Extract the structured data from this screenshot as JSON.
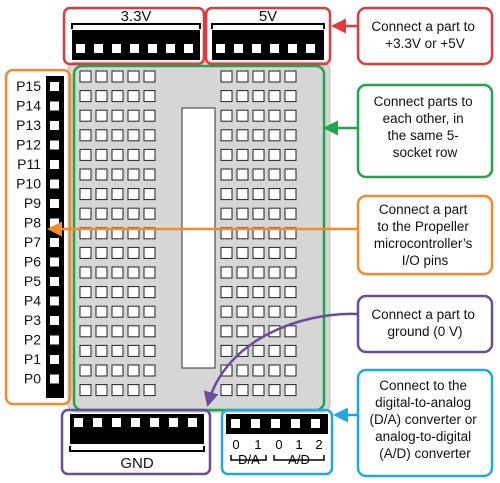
{
  "headers": {
    "v33": "3.3V",
    "v5": "5V",
    "gnd": "GND"
  },
  "pins": [
    "P15",
    "P14",
    "P13",
    "P12",
    "P11",
    "P10",
    "P9",
    "P8",
    "P7",
    "P6",
    "P5",
    "P4",
    "P3",
    "P2",
    "P1",
    "P0"
  ],
  "da": {
    "label": "D/A",
    "nums": [
      "0",
      "1"
    ]
  },
  "ad": {
    "label": "A/D",
    "nums": [
      "0",
      "1",
      "2"
    ]
  },
  "callouts": {
    "power": [
      "Connect a part to",
      "+3.3V or +5V"
    ],
    "rows": [
      "Connect parts to",
      "each other, in",
      "the same 5-",
      "socket row"
    ],
    "io": [
      "Connect a part",
      "to the Propeller",
      "microcontroller’s",
      "I/O pins"
    ],
    "ground": [
      "Connect a part to",
      "ground (0 V)"
    ],
    "dac": [
      "Connect to the",
      "digital-to-analog",
      "(D/A) converter or",
      "analog-to-digital",
      "(A/D) converter"
    ]
  },
  "colors": {
    "red": "#e03a3e",
    "green": "#1fa54a",
    "orange": "#f58a2a",
    "purple": "#6a4c9c",
    "blue": "#1ea9e1",
    "board": "#d6d6d6",
    "header": "#000000"
  }
}
